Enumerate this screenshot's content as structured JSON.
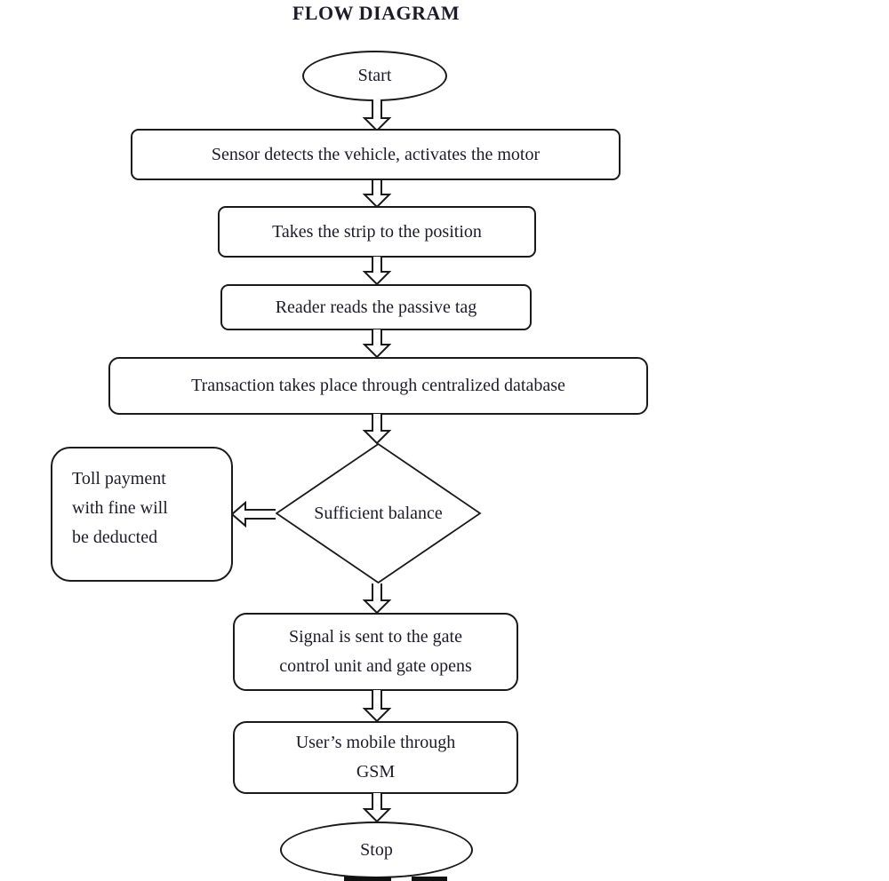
{
  "title": "FLOW DIAGRAM",
  "colors": {
    "line": "#1a1a1a",
    "text": "#1c1c28",
    "background": "#ffffff"
  },
  "nodes": {
    "start": {
      "type": "terminator",
      "label": "Start"
    },
    "sensor": {
      "type": "process",
      "label": "Sensor detects the vehicle, activates the motor"
    },
    "strip": {
      "type": "process",
      "label": "Takes the strip to the position"
    },
    "reader": {
      "type": "process",
      "label": "Reader reads the passive tag"
    },
    "transaction": {
      "type": "process",
      "label": "Transaction takes place through centralized database"
    },
    "decision": {
      "type": "decision",
      "label": "Sufficient\nbalance"
    },
    "toll_payment": {
      "type": "process",
      "label": "Toll payment\nwith fine will\nbe deducted"
    },
    "gate_signal": {
      "type": "process",
      "label": "Signal is sent to the gate\ncontrol unit and gate opens"
    },
    "gsm": {
      "type": "process",
      "label": "User’s mobile through\nGSM"
    },
    "stop": {
      "type": "terminator",
      "label": "Stop"
    }
  },
  "edges": [
    {
      "from": "start",
      "to": "sensor",
      "style": "hollow-arrow"
    },
    {
      "from": "sensor",
      "to": "strip",
      "style": "hollow-arrow"
    },
    {
      "from": "strip",
      "to": "reader",
      "style": "hollow-arrow"
    },
    {
      "from": "reader",
      "to": "transaction",
      "style": "hollow-arrow"
    },
    {
      "from": "transaction",
      "to": "decision",
      "style": "hollow-arrow"
    },
    {
      "from": "decision",
      "to": "toll_payment",
      "style": "hollow-arrow"
    },
    {
      "from": "decision",
      "to": "gate_signal",
      "style": "hollow-arrow"
    },
    {
      "from": "gate_signal",
      "to": "gsm",
      "style": "hollow-arrow"
    },
    {
      "from": "gsm",
      "to": "stop",
      "style": "hollow-arrow"
    }
  ]
}
